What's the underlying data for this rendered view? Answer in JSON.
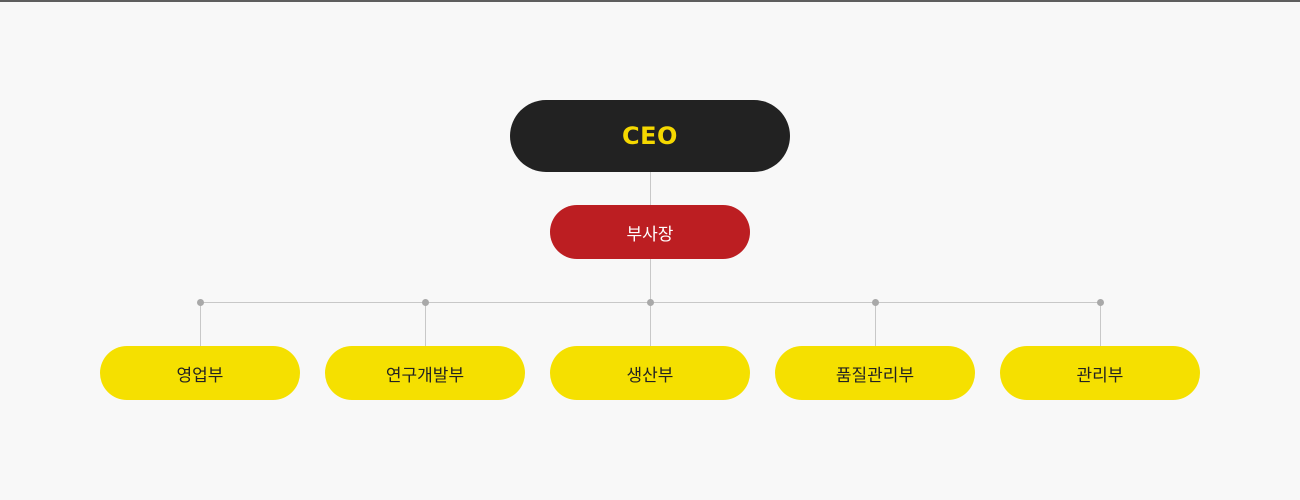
{
  "chart": {
    "ceo": {
      "label": "CEO"
    },
    "vice_president": {
      "label": "부사장"
    },
    "departments": [
      {
        "label": "영업부"
      },
      {
        "label": "연구개발부"
      },
      {
        "label": "생산부"
      },
      {
        "label": "품질관리부"
      },
      {
        "label": "관리부"
      }
    ]
  },
  "colors": {
    "ceo_bg": "#222222",
    "ceo_text": "#f5d800",
    "vp_bg": "#bc1e22",
    "vp_text": "#ffffff",
    "dept_bg": "#f5e000",
    "dept_text": "#222222",
    "connector": "#c8c8c8",
    "junction": "#a9a9a9"
  }
}
